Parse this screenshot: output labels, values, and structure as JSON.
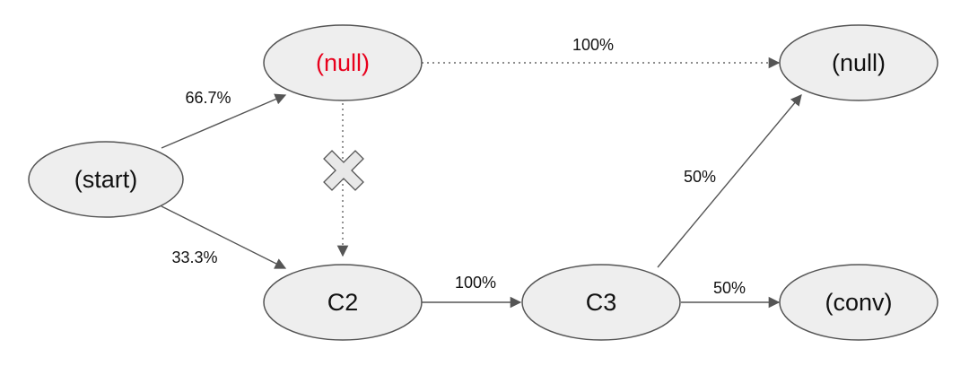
{
  "colors": {
    "node_fill": "#eeeeee",
    "node_stroke": "#555555",
    "edge": "#555555",
    "highlight_text": "#e8001c",
    "cross_fill": "#e8e8e8"
  },
  "nodes": {
    "start": {
      "label": "(start)"
    },
    "null_top": {
      "label": "(null)",
      "highlight": true
    },
    "c2": {
      "label": "C2"
    },
    "c3": {
      "label": "C3"
    },
    "null_right": {
      "label": "(null)"
    },
    "conv": {
      "label": "(conv)"
    }
  },
  "edges": {
    "start_to_null": {
      "label": "66.7%",
      "style": "solid"
    },
    "start_to_c2": {
      "label": "33.3%",
      "style": "solid"
    },
    "null_to_null": {
      "label": "100%",
      "style": "dotted"
    },
    "null_to_c2": {
      "label": "",
      "style": "dotted",
      "blocked": true
    },
    "c2_to_c3": {
      "label": "100%",
      "style": "solid"
    },
    "c3_to_null": {
      "label": "50%",
      "style": "solid"
    },
    "c3_to_conv": {
      "label": "50%",
      "style": "solid"
    }
  },
  "icons": {
    "blocked_marker": "cross-icon"
  }
}
